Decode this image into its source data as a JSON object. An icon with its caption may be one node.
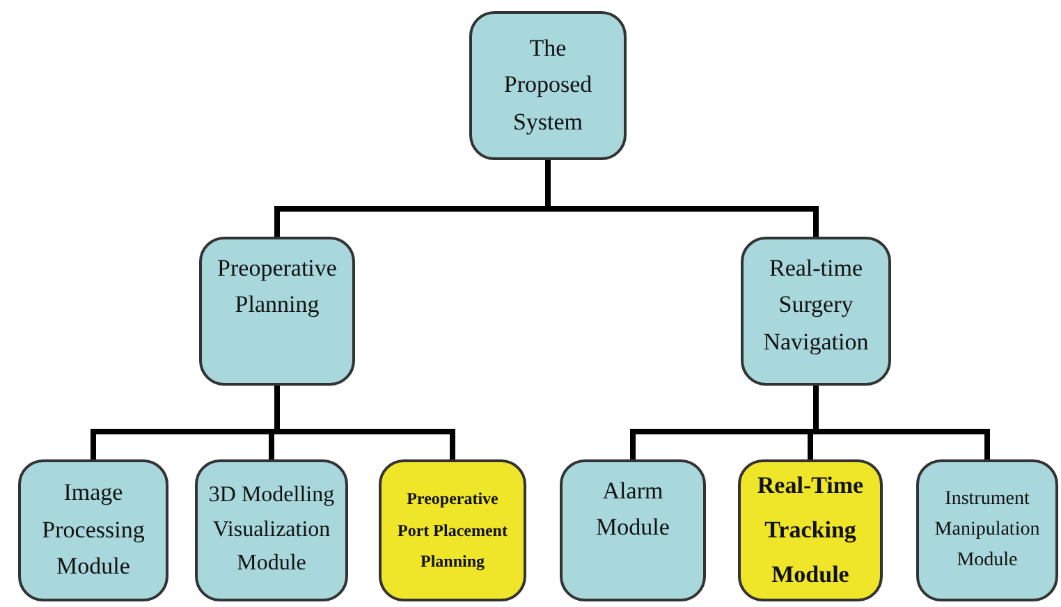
{
  "diagram": {
    "nodes": [
      {
        "text": [
          "The Proposed System"
        ]
      },
      {
        "text": [
          "Preoperative Planning"
        ]
      },
      {
        "text": [
          "Real-time Surgery Navigation"
        ]
      },
      {
        "text": [
          "Image Processing Module"
        ]
      },
      {
        "text": [
          "3D Modelling Visualization Module"
        ]
      },
      {
        "text": [
          "Preoperative Port Placement Planning"
        ]
      },
      {
        "text": [
          "Alarm Module"
        ]
      },
      {
        "text": [
          "Real-Time Tracking Module"
        ]
      },
      {
        "text": [
          "Instrument Manipulation Module"
        ]
      }
    ],
    "edges": [
      {
        "from": 0,
        "to": 1,
        "arrow": "none"
      },
      {
        "from": 0,
        "to": 2,
        "arrow": "none"
      },
      {
        "from": 1,
        "to": 3,
        "arrow": "none"
      },
      {
        "from": 1,
        "to": 4,
        "arrow": "none"
      },
      {
        "from": 1,
        "to": 5,
        "arrow": "none"
      },
      {
        "from": 2,
        "to": 6,
        "arrow": "none"
      },
      {
        "from": 2,
        "to": 7,
        "arrow": "none"
      },
      {
        "from": 2,
        "to": 8,
        "arrow": "none"
      }
    ]
  }
}
